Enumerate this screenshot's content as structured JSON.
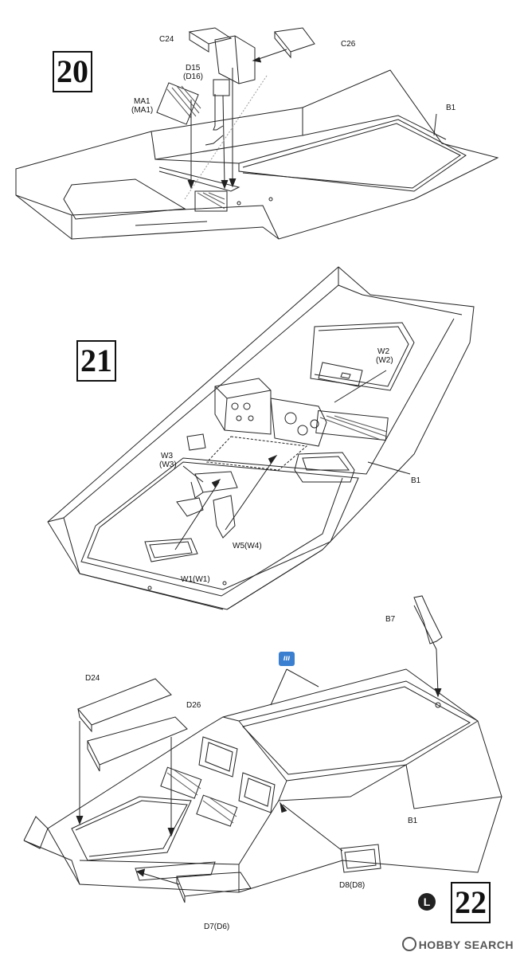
{
  "steps": [
    {
      "number": "20"
    },
    {
      "number": "21"
    },
    {
      "number": "22"
    }
  ],
  "labels": {
    "c24": "C24",
    "c26": "C26",
    "d15": "D15",
    "d15b": "(D16)",
    "ma1": "MA1",
    "ma1b": "(MA1)",
    "b1_20": "B1",
    "w2": "W2",
    "w2b": "(W2)",
    "w3": "W3",
    "w3b": "(W3)",
    "b1_21": "B1",
    "w5": "W5(W4)",
    "w1": "W1(W1)",
    "b7": "B7",
    "d24": "D24",
    "d26": "D26",
    "b1_22": "B1",
    "d8": "D8(D8)",
    "d7": "D7(D6)"
  },
  "marker_l": "L",
  "glue_icon": "glue-icon",
  "watermark": "HOBBY SEARCH"
}
